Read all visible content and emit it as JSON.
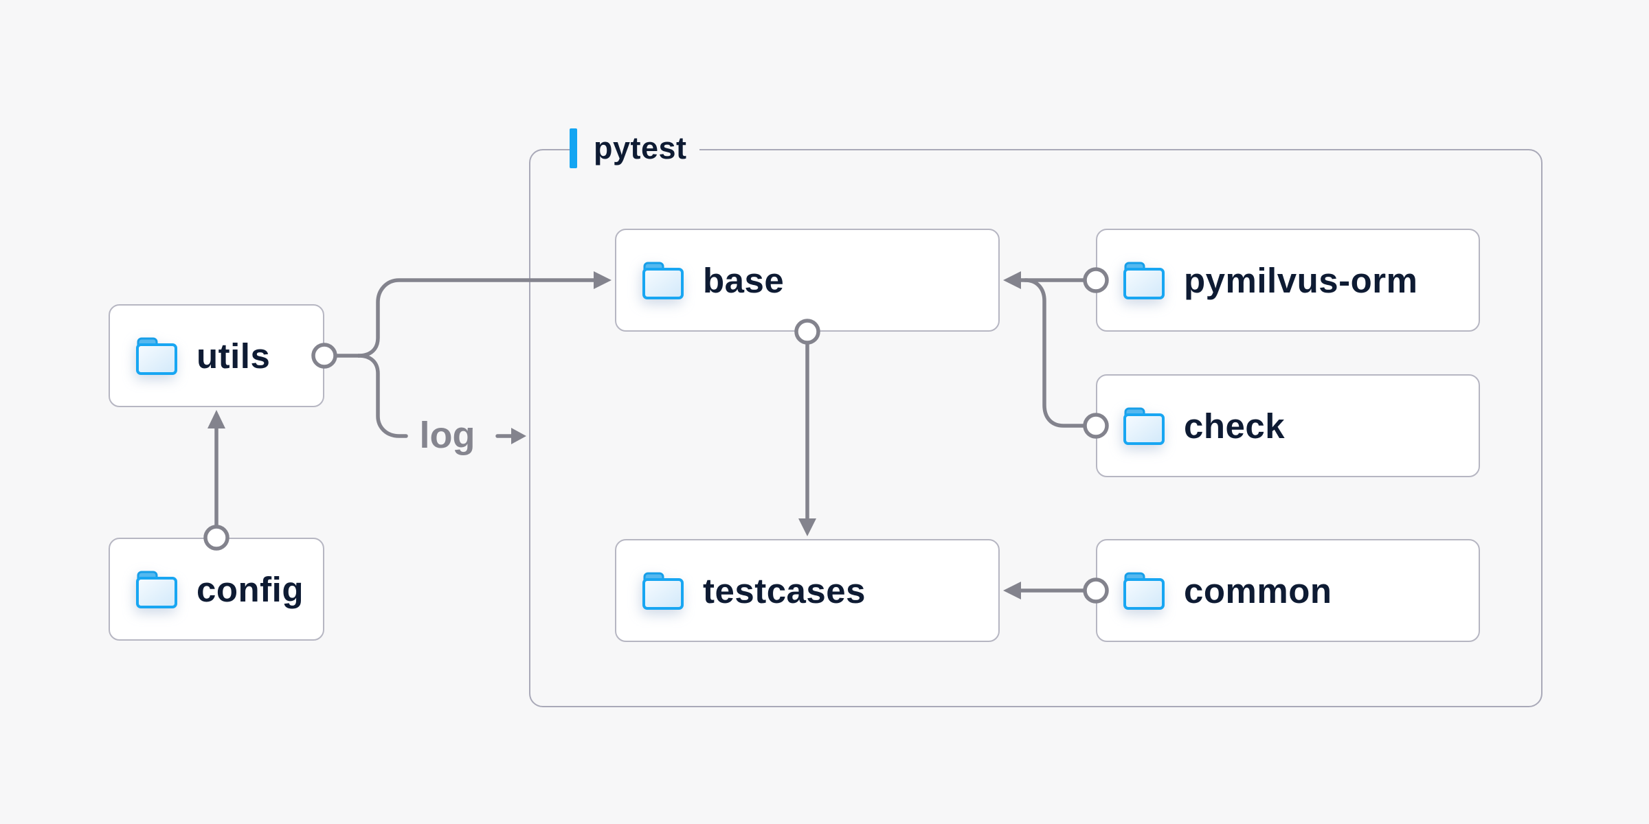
{
  "page": {
    "background": "#f7f7f8"
  },
  "diagram": {
    "group": {
      "label": "pytest"
    },
    "nodes": [
      {
        "id": "utils",
        "label": "utils"
      },
      {
        "id": "config",
        "label": "config"
      },
      {
        "id": "base",
        "label": "base"
      },
      {
        "id": "pymilvus-orm",
        "label": "pymilvus-orm"
      },
      {
        "id": "check",
        "label": "check"
      },
      {
        "id": "testcases",
        "label": "testcases"
      },
      {
        "id": "common",
        "label": "common"
      }
    ],
    "edge_label": "log",
    "edges": [
      {
        "from": "config",
        "to": "utils"
      },
      {
        "from": "utils",
        "to": "base"
      },
      {
        "from": "utils",
        "to": "log"
      },
      {
        "from": "pymilvus-orm",
        "to": "base"
      },
      {
        "from": "check",
        "to": "base"
      },
      {
        "from": "base",
        "to": "testcases"
      },
      {
        "from": "common",
        "to": "testcases"
      }
    ],
    "colors": {
      "accent_blue": "#14a5f2",
      "folder_blue": "#18a6f2",
      "line_gray": "#83838d",
      "node_border": "#b6b6c2",
      "group_border": "#a9a9b8",
      "text_dark": "#0e1b33",
      "label_gray": "#85858f",
      "node_bg": "#ffffff"
    }
  }
}
